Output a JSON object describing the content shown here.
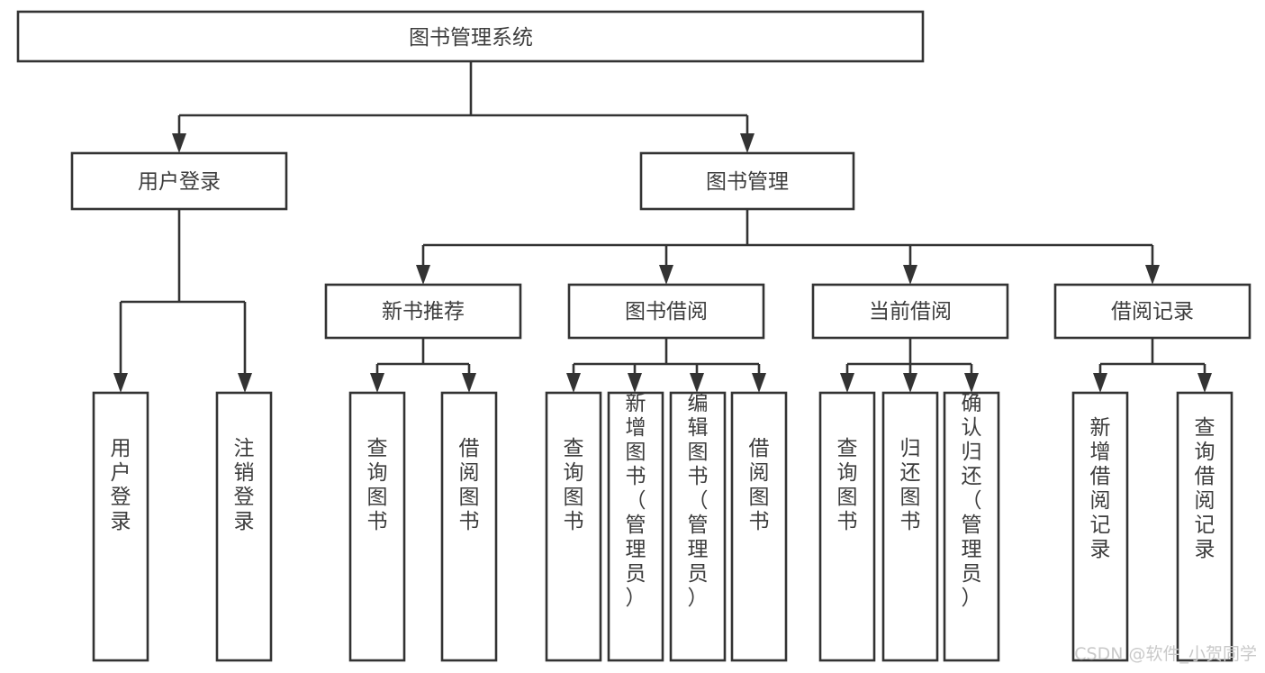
{
  "diagram": {
    "title": "图书管理系统",
    "type": "hierarchy-tree",
    "root": {
      "label": "图书管理系统"
    },
    "level2": [
      {
        "label": "用户登录"
      },
      {
        "label": "图书管理"
      }
    ],
    "level3": [
      {
        "label": "新书推荐"
      },
      {
        "label": "图书借阅"
      },
      {
        "label": "当前借阅"
      },
      {
        "label": "借阅记录"
      }
    ],
    "leaves": {
      "user_login": [
        {
          "label": "用户登录"
        },
        {
          "label": "注销登录"
        }
      ],
      "new_book_recommend": [
        {
          "label": "查询图书"
        },
        {
          "label": "借阅图书"
        }
      ],
      "book_borrow": [
        {
          "label": "查询图书"
        },
        {
          "label": "新增图书（管理员）"
        },
        {
          "label": "编辑图书（管理员）"
        },
        {
          "label": "借阅图书"
        }
      ],
      "current_borrow": [
        {
          "label": "查询图书"
        },
        {
          "label": "归还图书"
        },
        {
          "label": "确认归还（管理员）"
        }
      ],
      "borrow_records": [
        {
          "label": "新增借阅记录"
        },
        {
          "label": "查询借阅记录"
        }
      ]
    }
  },
  "watermark": {
    "text": "CSDN @软件_小贺同学"
  },
  "colors": {
    "stroke": "#333333",
    "box_fill": "#ffffff",
    "text": "#3d3d3d",
    "watermark": "#c9c9c9",
    "background": "#ffffff"
  }
}
